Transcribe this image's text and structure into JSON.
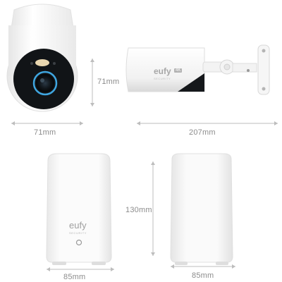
{
  "colors": {
    "body_white": "#f7f7f7",
    "shade": "#dcdcdc",
    "lens_black": "#14171b",
    "lens_ring": "#3fa6e0",
    "dim_line": "#bdbdbd",
    "label_gray": "#8c8c8c"
  },
  "camera_front": {
    "width_label": "71mm",
    "height_label": "71mm"
  },
  "camera_side": {
    "length_label": "207mm",
    "brand_text": "eufy",
    "badge_text": "4K",
    "sub_brand_text": "SECURITY"
  },
  "homebase_front": {
    "brand_text": "eufy",
    "sub_brand_text": "SECURITY",
    "width_label": "85mm"
  },
  "homebase_side": {
    "height_label": "130mm",
    "width_label": "85mm"
  }
}
